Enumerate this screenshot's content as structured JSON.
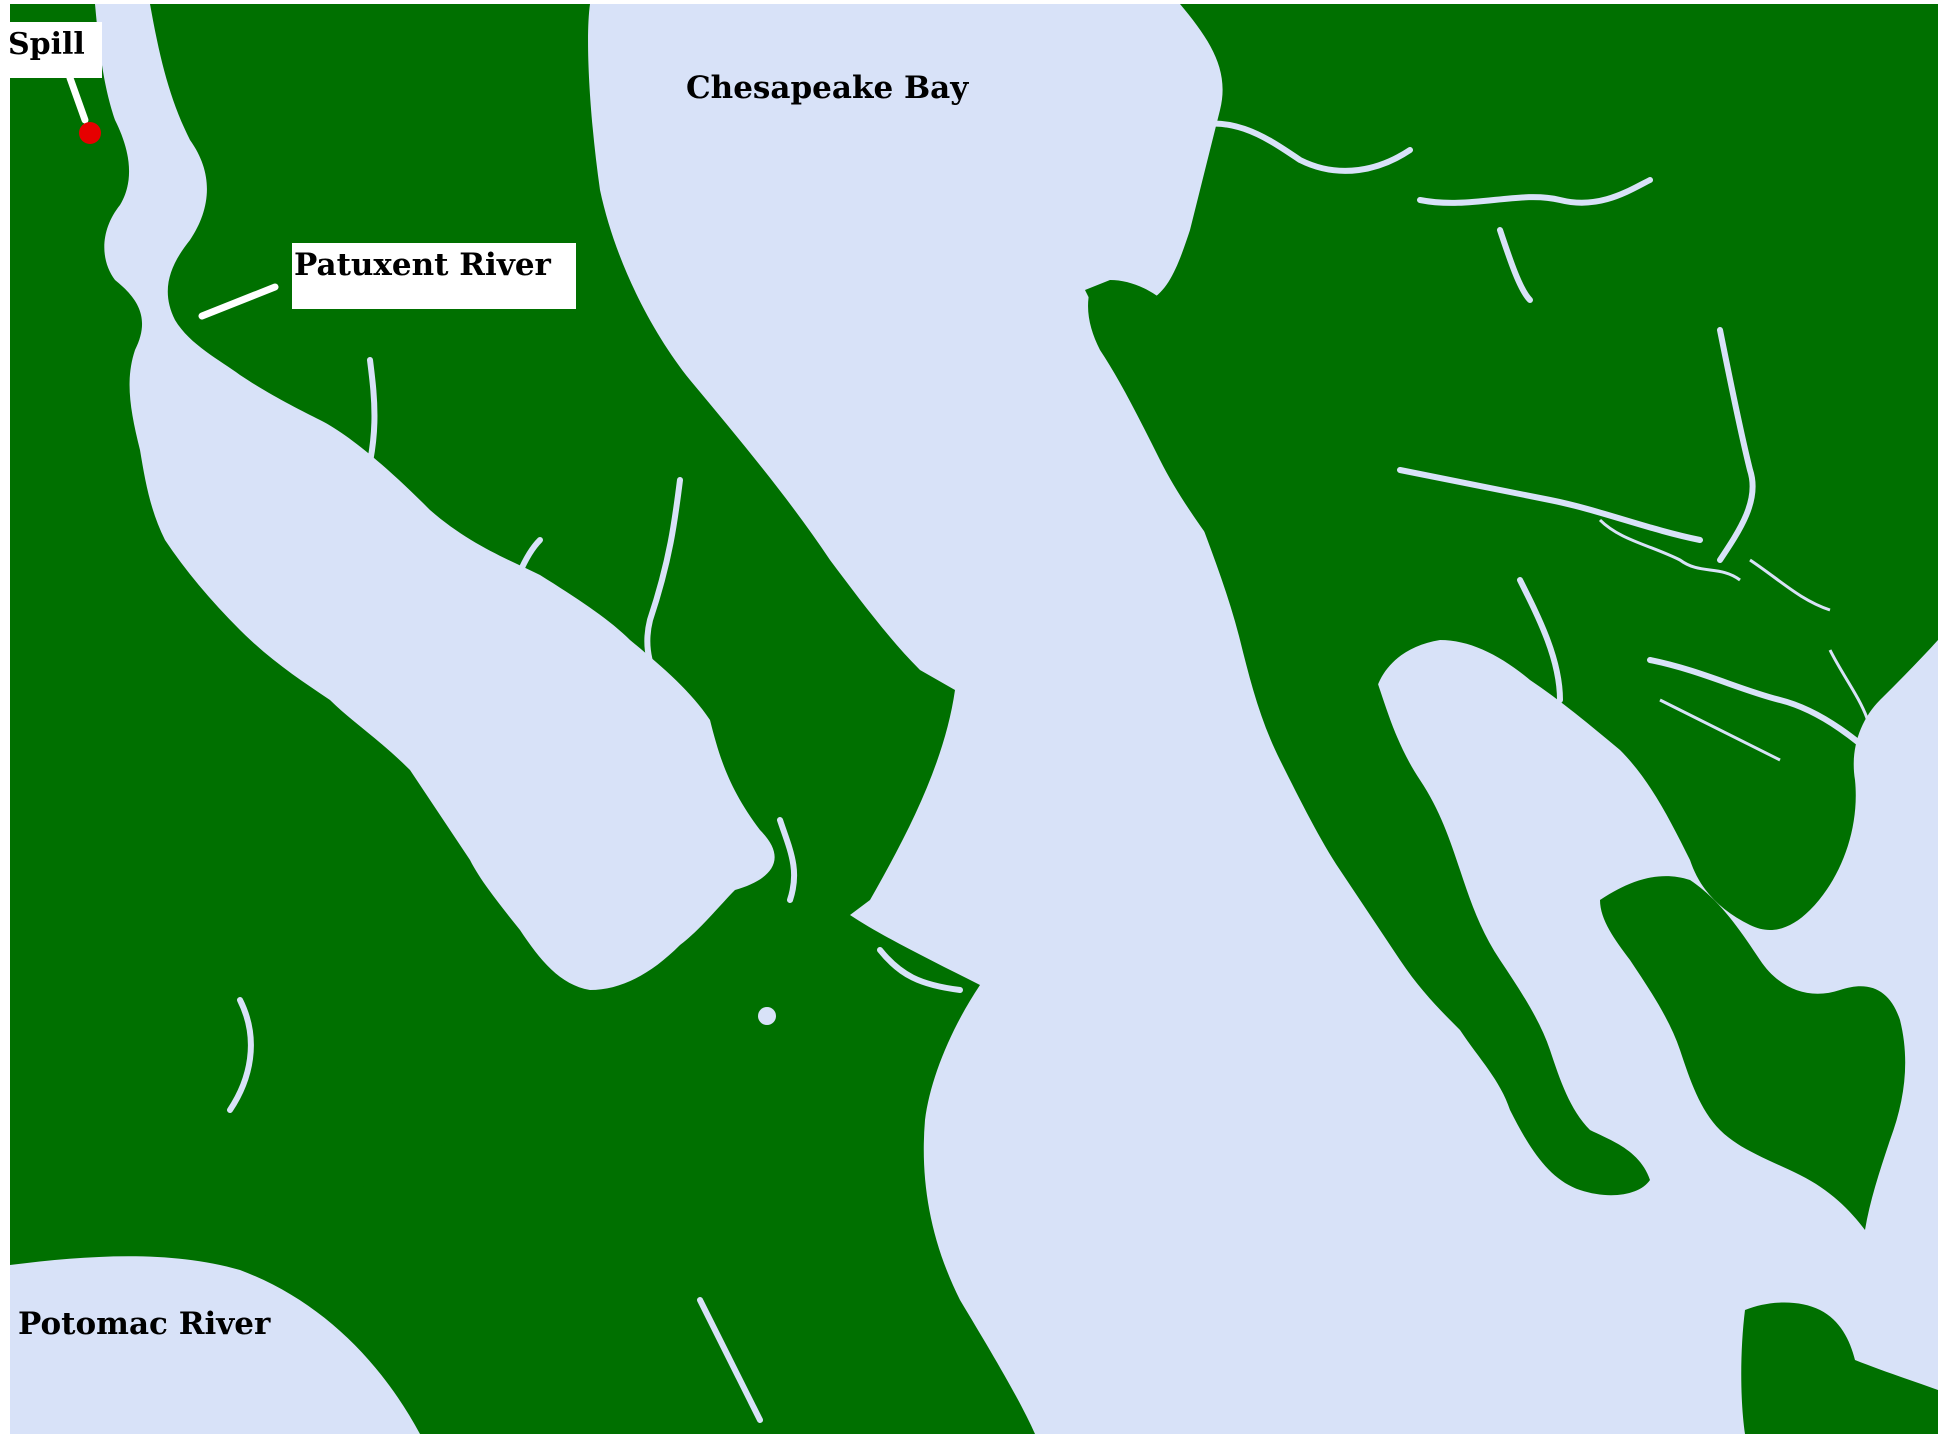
{
  "map": {
    "labels": {
      "spill": "Spill",
      "patuxent": "Patuxent River",
      "chesapeake": "Chesapeake Bay",
      "potomac": "Potomac River"
    },
    "colors": {
      "land": "#007000",
      "water": "#d8e2f8",
      "spill_marker": "#e60000",
      "label_box": "#ffffff",
      "text": "#000000"
    },
    "icons": {
      "spill_marker": "spill-marker-icon"
    }
  }
}
